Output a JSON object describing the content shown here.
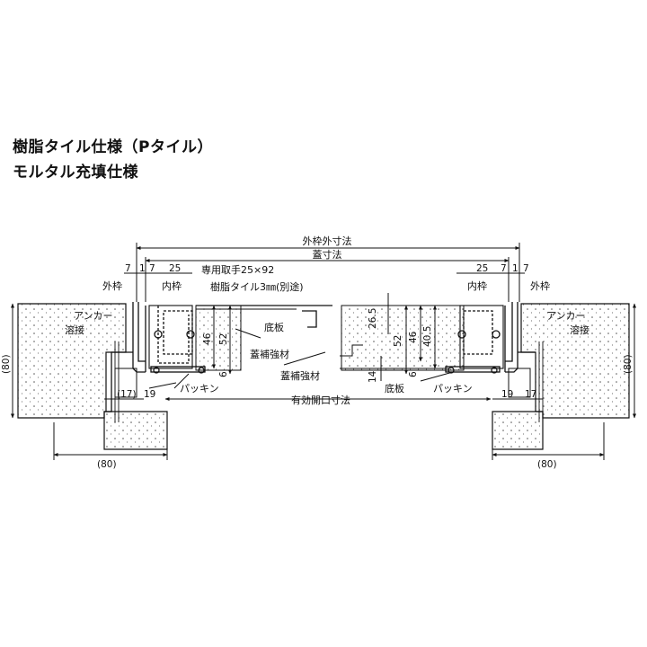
{
  "title": {
    "line1": "樹脂タイル仕様（Pタイル）",
    "line2": "モルタル充填仕様"
  },
  "labels": {
    "outer_frame_outer_dim": "外枠外寸法",
    "lid_dim": "蓋寸法",
    "dedicated_handle": "専用取手25×92",
    "resin_tile": "樹脂タイル3㎜(別途)",
    "outer_frame_left": "外枠",
    "outer_frame_right": "外枠",
    "inner_frame_left": "内枠",
    "inner_frame_right": "内枠",
    "anchor_left": "アンカー",
    "anchor_right": "アンカー",
    "weld_left": "溶接",
    "weld_right": "溶接",
    "bottom_plate_left": "底板",
    "bottom_plate_right": "底板",
    "stiffener_left": "蓋補強材",
    "stiffener_right": "蓋補強材",
    "packing_left": "パッキン",
    "packing_right": "パッキン",
    "effective_opening": "有効開口寸法"
  },
  "dims": {
    "left_7a": "7",
    "left_1": "1",
    "left_7b": "7",
    "left_25": "25",
    "right_25": "25",
    "right_7a": "7",
    "right_1": "1",
    "right_7b": "7",
    "left_46": "46",
    "left_52": "52",
    "left_6": "6",
    "right_52": "52",
    "right_46": "46",
    "right_40_5": "40.5",
    "right_6": "6",
    "center_26_5": "26.5",
    "center_14": "14",
    "left_17": "(17)",
    "left_19": "19",
    "right_19": "19",
    "right_17": "17",
    "left_80_vertical": "(80)",
    "right_80_vertical": "(80)",
    "left_80_bottom": "(80)",
    "right_80_bottom": "(80)"
  }
}
